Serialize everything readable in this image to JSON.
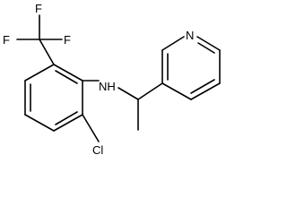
{
  "molecule": {
    "atom_labels": {
      "f_top": "F",
      "f_left": "F",
      "f_right": "F",
      "amine": "NH",
      "pyridine_n": "N",
      "chlorine": "Cl"
    },
    "colors": {
      "bond": "#000000",
      "label": "#000000",
      "background": "#ffffff"
    }
  }
}
